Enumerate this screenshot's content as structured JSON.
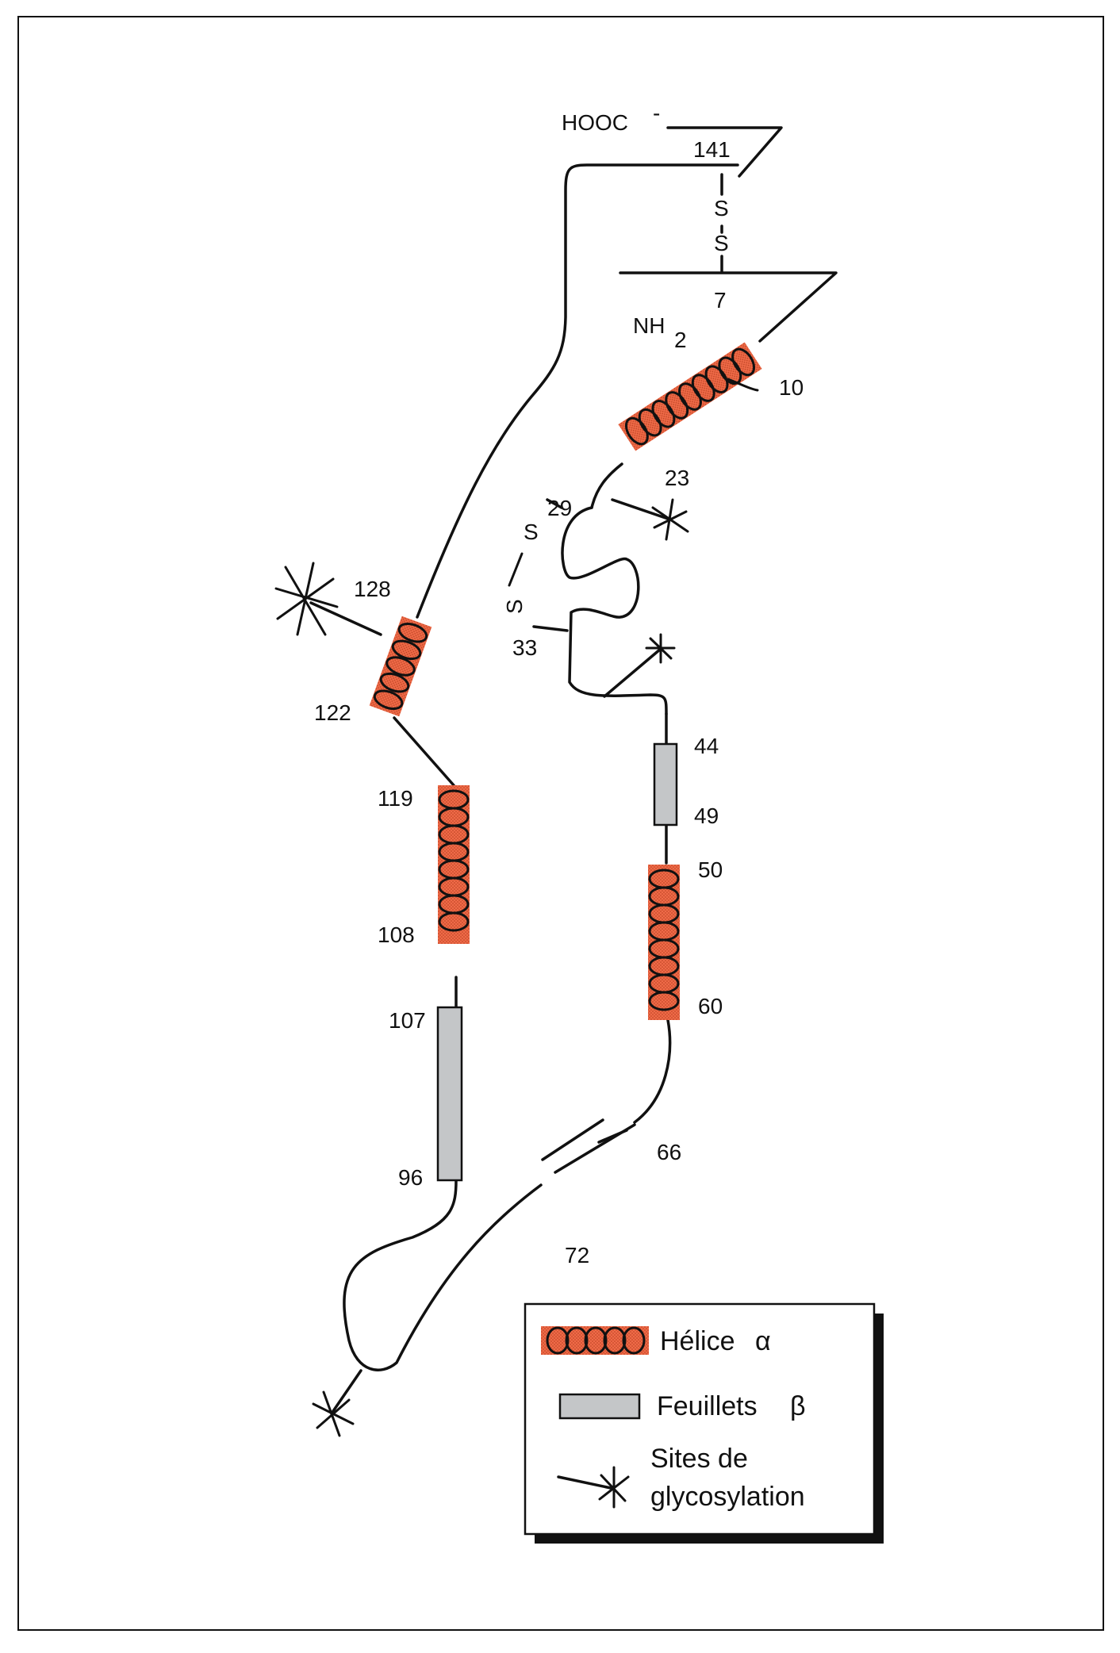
{
  "terminus": {
    "c_term": "HOOC",
    "c_term_charge": "-",
    "n_term": "NH",
    "n_term_sub": "2",
    "disulfide_atom": "S"
  },
  "residues": {
    "r141": "141",
    "r7": "7",
    "r10": "10",
    "r23": "23",
    "r29": "29",
    "r33": "33",
    "r44": "44",
    "r49": "49",
    "r50": "50",
    "r60": "60",
    "r66": "66",
    "r72": "72",
    "r96": "96",
    "r107": "107",
    "r108": "108",
    "r119": "119",
    "r122": "122",
    "r128": "128"
  },
  "legend": {
    "helix_label": "Hélice",
    "helix_symbol": "α",
    "sheet_label": "Feuillets",
    "sheet_symbol": "β",
    "glyco_label_line1": "Sites de",
    "glyco_label_line2": "glycosylation"
  },
  "colors": {
    "helix_fill": "#ef6a48",
    "sheet_fill": "#c4c6c8",
    "line": "#111111"
  },
  "icons": {
    "helix": "coil-helix-icon",
    "sheet": "rectangle-sheet-icon",
    "glycosylation": "star-burst-icon"
  }
}
